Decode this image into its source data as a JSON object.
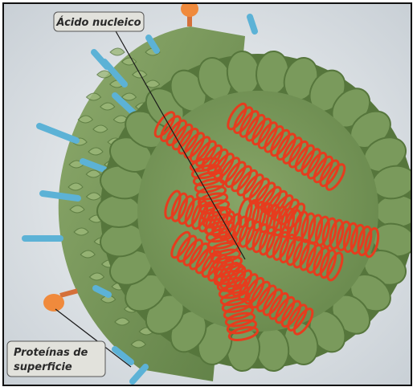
{
  "labels": {
    "nucleic_acid": "Ácido nucleico",
    "surface_proteins_line1": "Proteínas de",
    "surface_proteins_line2": "superficie"
  },
  "colors": {
    "background_light": "#e8ecef",
    "capsid_green": "#7a9a5c",
    "capsid_dark": "#56763c",
    "capsid_light": "#9cb879",
    "nucleic_red": "#e63c1e",
    "protein_blue": "#5cb2d6",
    "protein_orange": "#f08a3c",
    "label_box": "#e2e2dc"
  }
}
